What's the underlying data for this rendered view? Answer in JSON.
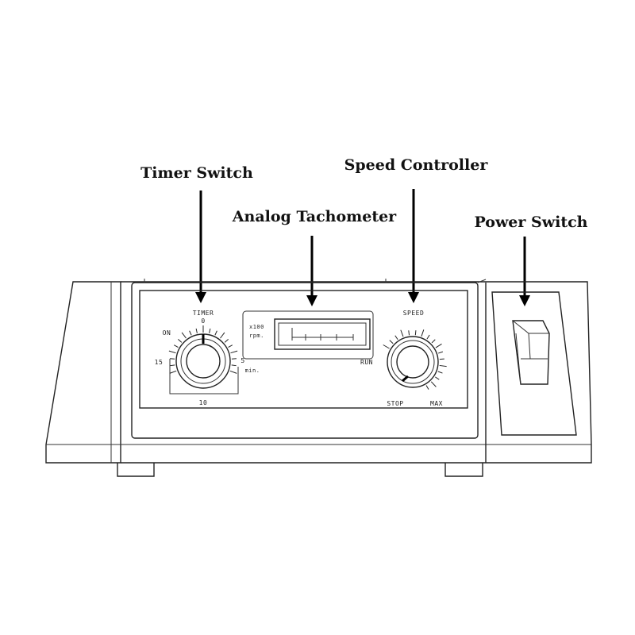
{
  "callouts": {
    "timer_switch": "Timer Switch",
    "speed_controller": "Speed Controller",
    "analog_tachometer": "Analog Tachometer",
    "power_switch": "Power Switch"
  },
  "timer": {
    "title": "TIMER",
    "on": "ON",
    "zero": "0",
    "fifteen": "15",
    "ten": "10",
    "five": "5",
    "unit": "min."
  },
  "tachometer": {
    "multiplier": "x100",
    "unit": "rpm."
  },
  "speed": {
    "title": "SPEED",
    "run": "RUN",
    "stop": "STOP",
    "max": "MAX"
  }
}
